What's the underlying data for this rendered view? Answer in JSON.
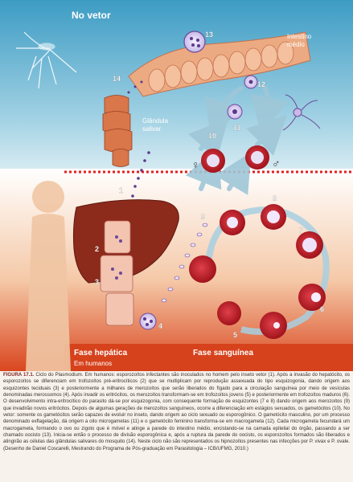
{
  "figure": {
    "top_label": "No vetor",
    "bottom_right_label": "Em humanos",
    "phase_hepatic": "Fase hepática",
    "phase_blood": "Fase sanguínea",
    "organ_midgut": "Intestino\nmédio",
    "organ_midgut_l1": "Intestino",
    "organ_midgut_l2": "médio",
    "organ_gland_l1": "Glândula",
    "organ_gland_l2": "salivar",
    "female_symbol": "♀",
    "male_symbol": "♂",
    "stage_numbers": [
      "1",
      "2",
      "3",
      "4",
      "5",
      "6",
      "7",
      "8",
      "9",
      "10",
      "11",
      "12",
      "13",
      "14"
    ],
    "colors": {
      "vector_bg": "#4ba3c8",
      "human_bg": "#d9461f",
      "liver": "#8c2a1c",
      "rbc": "#b5161b",
      "gut": "#e9a07a",
      "divider": "#e02020"
    }
  },
  "caption": {
    "figure_label": "FIGURA 17.1.",
    "text": "Ciclo do Plasmodium. Em humanos: esporozoítos infectantes são inoculados no homem pelo inseto vetor (1). Após a invasão do hepatócito, os esporozoítos se diferenciam em trofozoítos pré-eritrocíticos (2) que se multiplicam por reprodução assexuada do tipo esquizogonia, dando origem aos esquizontes teciduais (3) e posteriormente a milhares de merozoítos que serão liberados do fígado para a circulação sanguínea por meio de vesículas denominadas merossomos (4). Após invadir os eritrócitos, os merozoítos transformam-se em trofozoítos jovens (5) e posteriormente em trofozoítos maduros (6). O desenvolvimento intra-eritrocítico do parasito dá-se por esquizogonia, com consequente formação de esquizontes (7 e 8) dando origem aos merozoítos (9) que invadirão novos eritrócitos. Depois de algumas gerações de merozoítos sanguíneos, ocorre a diferenciação em estágios sexuados, os gametócitos (10). No vetor: somente os gametócitos serão capazes de evoluir no inseto, dando origem ao ciclo sexuado ou esporogônico. O gametócito masculino, por um processo denominado exflagelação, dá origem a oito microgametas (11) e o gametócito feminino transforma-se em macrogameta (12). Cada microgameta fecundará um macrogameta, formando o ovo ou zigoto que é móvel e atinge a parede do intestino médio, encistando-se na camada epitelial do órgão, passando a ser chamado oocisto (13). Inicia-se então o processo de divisão esporogônica e, após a ruptura da parede do oocisto, os esporozoítos formados são liberados e atingirão as células das glândulas salivares do mosquito (14). Neste ciclo não são representados os hipnozoítos presentes nas infecções por P. vivax e P. ovale. (Desenho de Daniel Coscarelli, Mestrando do Programa de Pós-graduação em Parasitologia – ICB/UFMG, 2010.)"
  }
}
